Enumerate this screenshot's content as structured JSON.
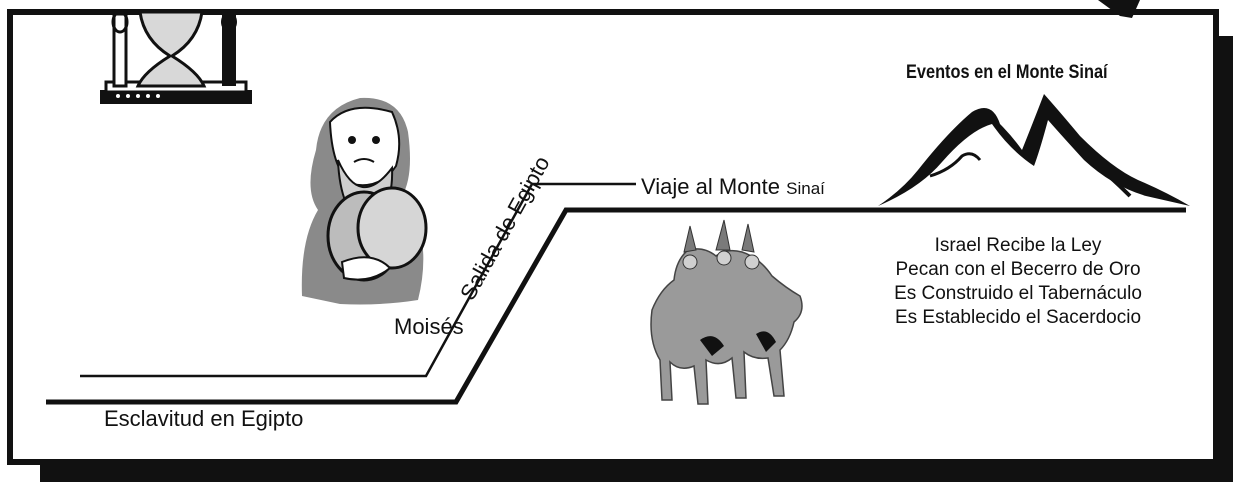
{
  "timeline": {
    "slavery_label": "Esclavitud en Egipto",
    "exodus_label": "Salida de Egipto",
    "moses_label": "Moisés",
    "journey_label": "Viaje al Monte",
    "journey_label_small": "Sinaí"
  },
  "sinai_events": {
    "title": "Eventos en el Monte Sinaí",
    "items": [
      "Israel Recibe la Ley",
      "Pecan con el Becerro de Oro",
      "Es Construido el Tabernáculo",
      "Es Establecido el Sacerdocio"
    ]
  },
  "illustrations": {
    "hourglass": "hourglass-icon",
    "moses": "moses-with-tablets-figure",
    "mountain": "mountain-icon",
    "camels": "camel-caravan-figure"
  },
  "colors": {
    "ink": "#111111",
    "background": "#ffffff",
    "sketch_gray": "#8a8a8a"
  }
}
